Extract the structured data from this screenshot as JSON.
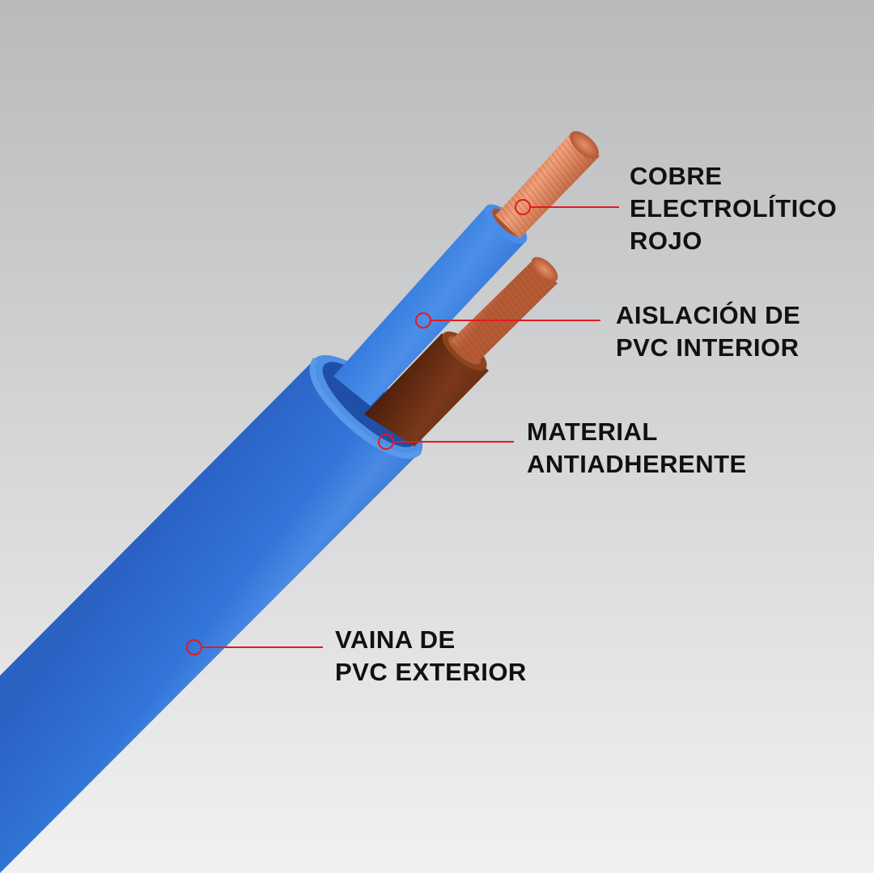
{
  "colors": {
    "background_top": "#b9babc",
    "background_bottom": "#f1f1f1",
    "sheath_blue": "#2f6fd0",
    "inner_blue": "#3b82e6",
    "brown_insulation": "#6b3014",
    "copper": "#d9825a",
    "callout_red": "#e21b23",
    "text": "#111111"
  },
  "callouts": [
    {
      "id": "cobre",
      "lines": [
        "COBRE",
        "ELECTROLÍTICO",
        "ROJO"
      ]
    },
    {
      "id": "aislacion",
      "lines": [
        "AISLACIÓN DE",
        "PVC INTERIOR"
      ]
    },
    {
      "id": "material",
      "lines": [
        "MATERIAL",
        "ANTIADHERENTE"
      ]
    },
    {
      "id": "vaina",
      "lines": [
        "VAINA DE",
        "PVC EXTERIOR"
      ]
    }
  ]
}
